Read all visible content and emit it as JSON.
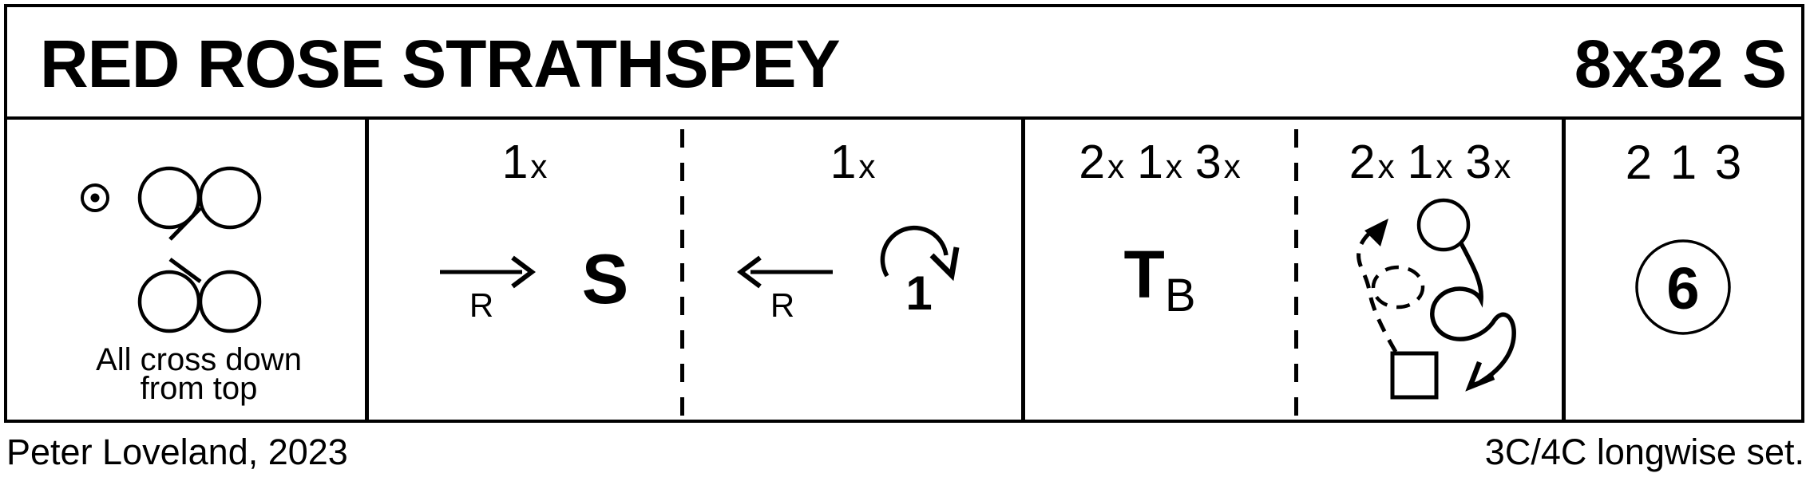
{
  "colors": {
    "ink": "#000000",
    "paper": "#ffffff"
  },
  "header": {
    "title": "RED ROSE STRATHSPEY",
    "repeat": "8x32 S"
  },
  "start": {
    "caption": [
      "All cross down",
      "from top"
    ]
  },
  "figures": [
    {
      "header": [
        {
          "num": "1",
          "sub": "x"
        }
      ],
      "label": "R",
      "symbol": "S"
    },
    {
      "header": [
        {
          "num": "1",
          "sub": "x"
        }
      ],
      "label": "R",
      "symbol": "1"
    },
    {
      "header": [
        {
          "num": "2",
          "sub": "x"
        },
        {
          "num": "1",
          "sub": "x"
        },
        {
          "num": "3",
          "sub": "x"
        }
      ],
      "symbol": "T",
      "symbol_sub": "B"
    },
    {
      "header": [
        {
          "num": "2",
          "sub": "x"
        },
        {
          "num": "1",
          "sub": "x"
        },
        {
          "num": "3",
          "sub": "x"
        }
      ]
    }
  ],
  "end": {
    "order": "2 1 3",
    "bars": "6"
  },
  "footer": {
    "author": "Peter Loveland, 2023",
    "set_type": "3C/4C longwise set."
  }
}
